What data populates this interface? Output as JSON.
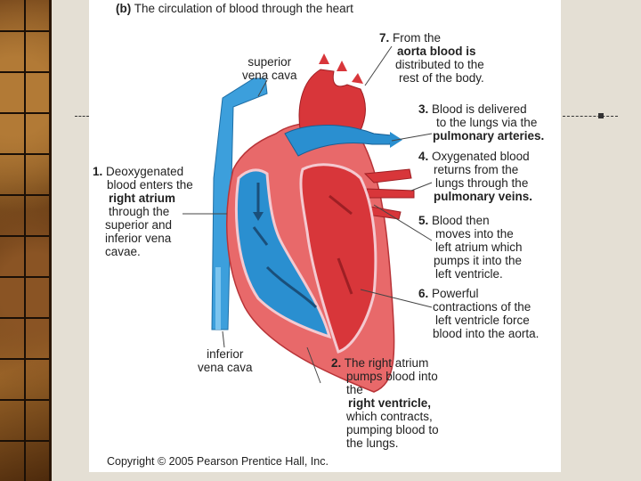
{
  "title": {
    "prefix": "(b)",
    "text": "The circulation of blood through the heart"
  },
  "labels": {
    "svc": [
      "superior",
      "vena cava"
    ],
    "ivc": [
      "inferior",
      "vena cava"
    ]
  },
  "steps": {
    "s1": {
      "num": "1.",
      "lines": [
        "Deoxygenated",
        "blood enters the",
        "right atrium",
        "through the",
        "superior and",
        "inferior vena",
        "cavae."
      ]
    },
    "s2": {
      "num": "2.",
      "lines": [
        "The right atrium",
        "pumps blood into",
        "the",
        "right ventricle,",
        "which contracts,",
        "pumping blood to",
        "the lungs."
      ]
    },
    "s3": {
      "num": "3.",
      "lines": [
        "Blood is delivered",
        "to the lungs via the",
        "pulmonary arteries."
      ]
    },
    "s4": {
      "num": "4.",
      "lines": [
        "Oxygenated blood",
        "returns from the",
        "lungs through the",
        "pulmonary veins."
      ]
    },
    "s5": {
      "num": "5.",
      "lines": [
        "Blood then",
        "moves into the",
        "left atrium which",
        "pumps it into the",
        "left ventricle."
      ]
    },
    "s6": {
      "num": "6.",
      "lines": [
        "Powerful",
        "contractions of the",
        "left ventricle force",
        "blood into the aorta."
      ]
    },
    "s7": {
      "num": "7.",
      "lines": [
        "From the",
        "aorta blood is",
        "distributed to the",
        "rest of the body."
      ]
    }
  },
  "copyright": "Copyright © 2005 Pearson Prentice Hall, Inc.",
  "colors": {
    "oxygenated": "#d8363a",
    "deoxygenated": "#2a8fd0",
    "muscle": "#e8696a",
    "lining": "#f4c9d0"
  }
}
